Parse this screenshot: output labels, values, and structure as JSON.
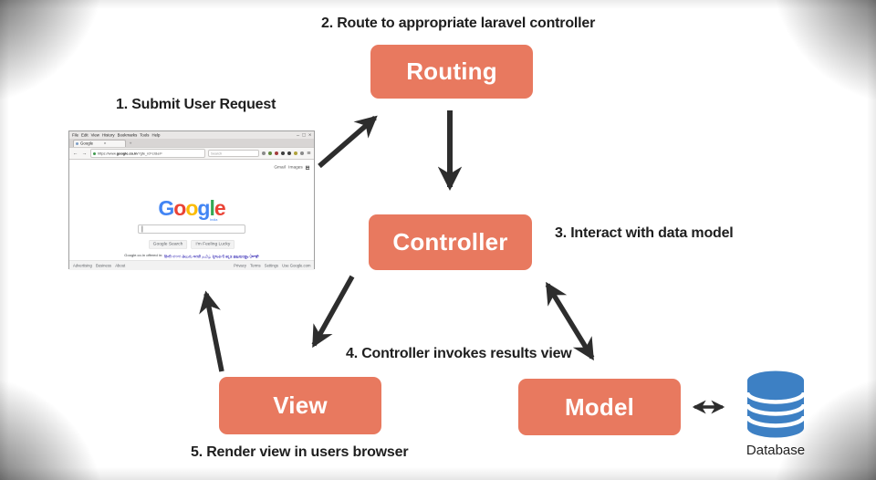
{
  "colors": {
    "node_fill": "#E8795F",
    "arrow": "#2D2D2D",
    "database_blue": "#3D80C4",
    "text": "#1E1E1E"
  },
  "steps": {
    "s1": "1. Submit User Request",
    "s2": "2. Route to appropriate laravel controller",
    "s3": "3. Interact with data model",
    "s4": "4. Controller invokes results view",
    "s5": "5. Render view in users browser"
  },
  "nodes": {
    "routing": "Routing",
    "controller": "Controller",
    "view": "View",
    "model": "Model"
  },
  "database": {
    "label": "Database"
  },
  "browser": {
    "menu": "File Edit View History Bookmarks Tools Help",
    "window_controls": [
      "–",
      "□",
      "×"
    ],
    "tab_title": "Google",
    "tab_close": "×",
    "new_tab": "+",
    "back": "←",
    "forward": "→",
    "reload": "↻",
    "url_prefix": "https://www.",
    "url_bold": "google.co.in",
    "url_suffix": "/?gfe_rd=cr&ei=",
    "search_placeholder": "Search",
    "hamburger": "≡",
    "top_links": [
      "Gmail",
      "Images"
    ],
    "logo_letters": [
      {
        "ch": "G",
        "color": "#4285F4"
      },
      {
        "ch": "o",
        "color": "#EA4335"
      },
      {
        "ch": "o",
        "color": "#FBBC05"
      },
      {
        "ch": "g",
        "color": "#4285F4"
      },
      {
        "ch": "l",
        "color": "#34A853"
      },
      {
        "ch": "e",
        "color": "#EA4335"
      }
    ],
    "logo_sub": "India",
    "input_cursor": "|",
    "buttons": [
      "Google Search",
      "I'm Feeling Lucky"
    ],
    "languages_prefix": "Google.co.in offered in:",
    "languages": "हिन्दी বাংলা తెలుగు मराठी தமிழ் ગુજરાતી ಕನ್ನಡ മലയാളം ਪੰਜਾਬੀ",
    "footer_left": [
      "Advertising",
      "Business",
      "About"
    ],
    "footer_right": [
      "Privacy",
      "Terms",
      "Settings",
      "Use Google.com"
    ],
    "addon_icon_colors": [
      "#8a8a8a",
      "#5f8a3c",
      "#a23b3b",
      "#3c3c3c",
      "#3c3c3c",
      "#b0a23c",
      "#8a8a8a"
    ]
  }
}
